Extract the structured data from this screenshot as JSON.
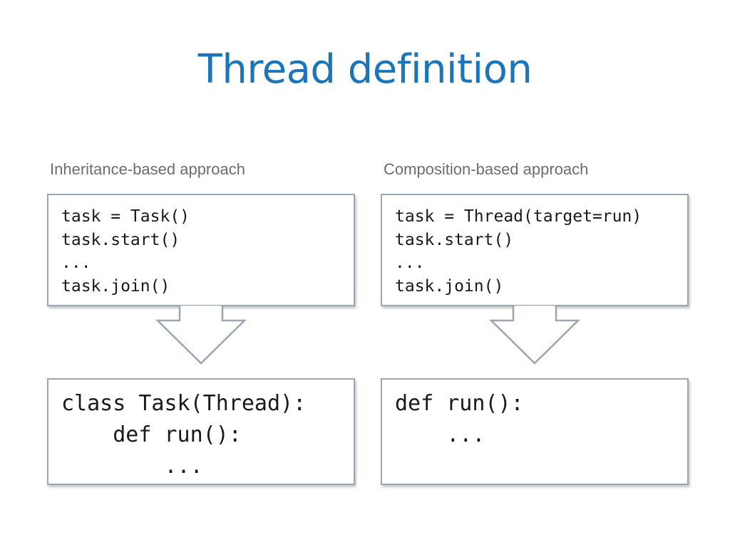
{
  "title": "Thread definition",
  "colors": {
    "title": "#1b75bb",
    "caption": "#6d6d6d",
    "box_border": "#9aa6b2",
    "code_text": "#1a1a1a"
  },
  "left": {
    "caption": "Inheritance-based approach",
    "usage_code": "task = Task()\ntask.start()\n...\ntask.join()",
    "definition_code": "class Task(Thread):\n    def run():\n        ..."
  },
  "right": {
    "caption": "Composition-based approach",
    "usage_code": "task = Thread(target=run)\ntask.start()\n...\ntask.join()",
    "definition_code": "def run():\n    ..."
  },
  "icons": {
    "arrow": "down-arrow-icon"
  }
}
